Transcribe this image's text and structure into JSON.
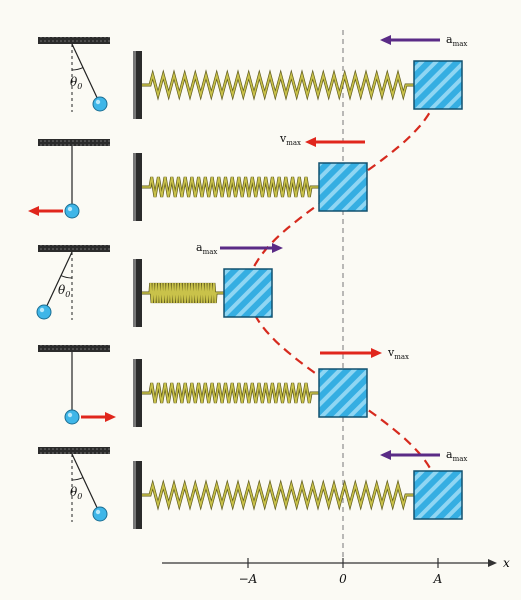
{
  "colors": {
    "background": "#fbfaf4",
    "spring": "#c9c24a",
    "spring_dark": "#5f5a1c",
    "block": "#35aee2",
    "block_light": "#8fd6f3",
    "ball": "#3fb6e8",
    "wall": "#2b2b2b",
    "velocity_arrow": "#e0261c",
    "acceleration_arrow": "#5a2b86",
    "path": "#d62a1e",
    "axis": "#333333",
    "dashed_line": "#777777"
  },
  "axis": {
    "x_label": "x",
    "ticks": [
      {
        "label": "−A",
        "value": -1
      },
      {
        "label": "0",
        "value": 0
      },
      {
        "label": "A",
        "value": 1
      }
    ]
  },
  "pendulum_angle_label": "θ",
  "pendulum_angle_subscript": "0",
  "stages": [
    {
      "block_position": 1,
      "pendulum": "right",
      "theta_shown": true,
      "vector": {
        "kind": "acceleration",
        "label": "a",
        "subscript": "max",
        "direction": "left"
      }
    },
    {
      "block_position": 0,
      "pendulum": "bottom",
      "theta_shown": false,
      "pendulum_velocity": "left",
      "vector": {
        "kind": "velocity",
        "label": "v",
        "subscript": "max",
        "direction": "left"
      }
    },
    {
      "block_position": -1,
      "pendulum": "left",
      "theta_shown": true,
      "vector": {
        "kind": "acceleration",
        "label": "a",
        "subscript": "max",
        "direction": "right"
      }
    },
    {
      "block_position": 0,
      "pendulum": "bottom",
      "theta_shown": false,
      "pendulum_velocity": "right",
      "vector": {
        "kind": "velocity",
        "label": "v",
        "subscript": "max",
        "direction": "right"
      }
    },
    {
      "block_position": 1,
      "pendulum": "right",
      "theta_shown": true,
      "vector": {
        "kind": "acceleration",
        "label": "a",
        "subscript": "max",
        "direction": "left"
      }
    }
  ]
}
